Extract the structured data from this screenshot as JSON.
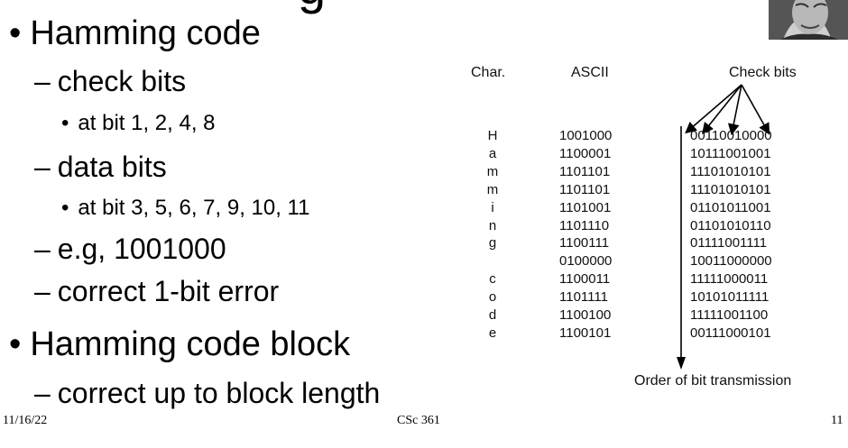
{
  "slide": {
    "title_fragment": "g",
    "bullets": [
      {
        "text": "Hamming code"
      },
      {
        "text": "check bits"
      },
      {
        "text": "at bit 1, 2, 4, 8"
      },
      {
        "text": "data bits"
      },
      {
        "text": "at bit 3, 5, 6, 7, 9, 10, 11"
      },
      {
        "text": "e.g, 1001000"
      },
      {
        "text": "correct 1-bit error"
      },
      {
        "text": "Hamming code block"
      },
      {
        "text": "correct up to block length"
      }
    ],
    "bullet_symbol": "•",
    "dash_symbol": "–"
  },
  "table": {
    "headers": {
      "char": "Char.",
      "ascii": "ASCII",
      "check": "Check bits"
    },
    "chars": [
      "H",
      "a",
      "m",
      "m",
      "i",
      "n",
      "g",
      "",
      "c",
      "o",
      "d",
      "e"
    ],
    "ascii": [
      "1001000",
      "1100001",
      "1101101",
      "1101101",
      "1101001",
      "1101110",
      "1100111",
      "0100000",
      "1100011",
      "1101111",
      "1100100",
      "1100101"
    ],
    "check_bits": [
      "00110010000",
      "10111001001",
      "11101010101",
      "11101010101",
      "01101011001",
      "01101010110",
      "01111001111",
      "10011000000",
      "11111000011",
      "10101011111",
      "11111001100",
      "00111000101"
    ],
    "arrow_label": "Order of bit transmission"
  },
  "footer": {
    "date": "11/16/22",
    "course": "CSc 361",
    "page": "11"
  }
}
